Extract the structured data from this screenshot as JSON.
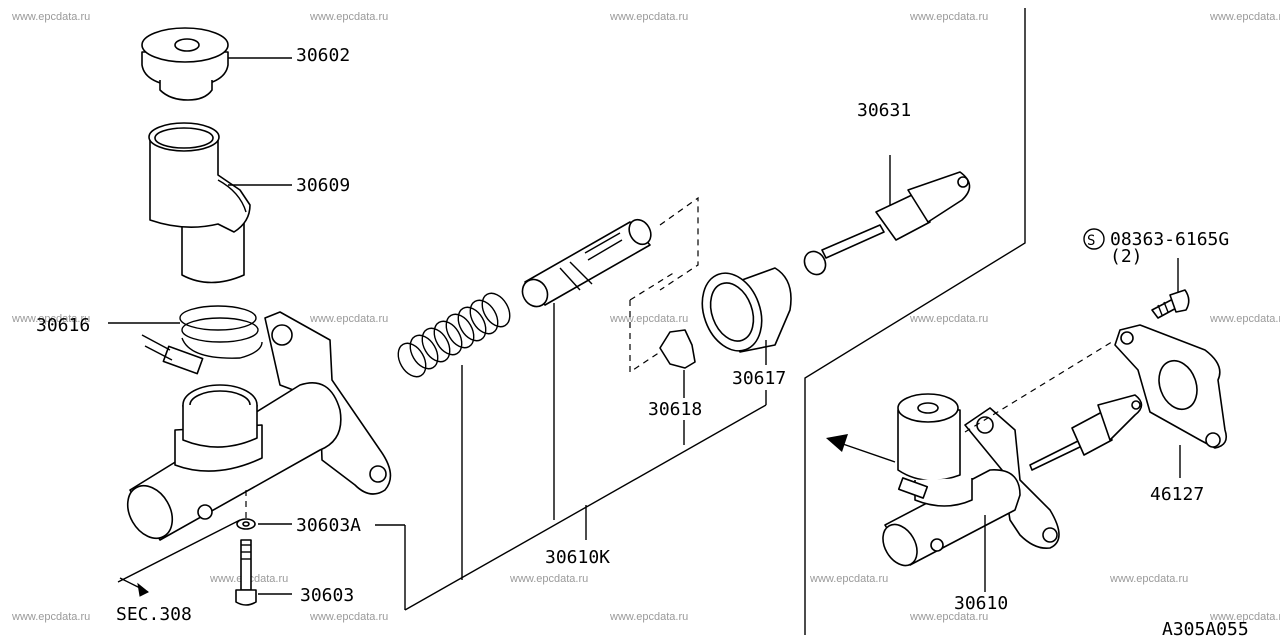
{
  "watermark": "www.epcdata.ru",
  "diagram_code": "A305A055",
  "labels": {
    "p30602": "30602",
    "p30609": "30609",
    "p30616": "30616",
    "p30603A": "30603A",
    "p30603": "30603",
    "sec308": "SEC.308",
    "p30610K": "30610K",
    "p30618": "30618",
    "p30617": "30617",
    "p30631": "30631",
    "p08363": "08363-6165G",
    "p08363_qty": "(2)",
    "p46127": "46127",
    "p30610": "30610"
  }
}
